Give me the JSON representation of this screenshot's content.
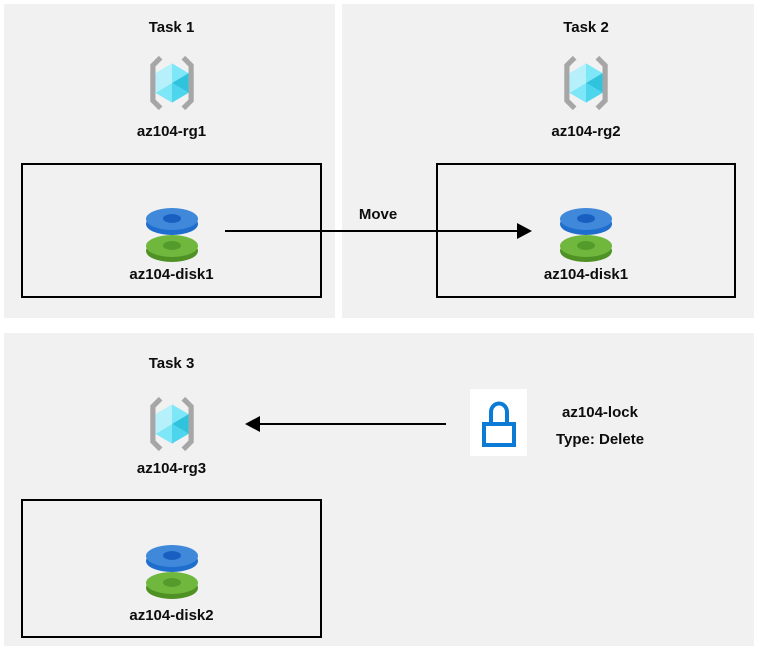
{
  "colors": {
    "canvas_bg": "#ffffff",
    "panel_bg": "#f1f1f2",
    "text": "#0d0d0d",
    "box_border": "#000000",
    "arrow": "#000000",
    "rg_bracket": "#a6a6a6",
    "cube_light": "#b6f0fb",
    "cube_mid": "#7de6f7",
    "cube_mid2": "#4cd5ec",
    "cube_dark": "#2fc3de",
    "disk_blue_top": "#3f88da",
    "disk_blue_side": "#1f6ecd",
    "disk_blue_hole": "#1760c2",
    "disk_green_top": "#6fb83d",
    "disk_green_side": "#4f9125",
    "disk_green_hole": "#539b2b",
    "lock_blue": "#0b7bd6",
    "lock_bg": "#ffffff"
  },
  "tasks": {
    "task1": {
      "title": "Task 1",
      "rg": "az104-rg1",
      "disk": "az104-disk1"
    },
    "task2": {
      "title": "Task 2",
      "rg": "az104-rg2",
      "disk": "az104-disk1"
    },
    "task3": {
      "title": "Task 3",
      "rg": "az104-rg3",
      "disk": "az104-disk2"
    }
  },
  "move_arrow": {
    "label": "Move"
  },
  "lock": {
    "name": "az104-lock",
    "type": "Type: Delete"
  },
  "icons": {
    "resource_group": "resource-group-icon",
    "disk": "disk-icon",
    "lock": "lock-icon",
    "arrow_right": "arrow-right-icon",
    "arrow_left": "arrow-left-icon"
  }
}
